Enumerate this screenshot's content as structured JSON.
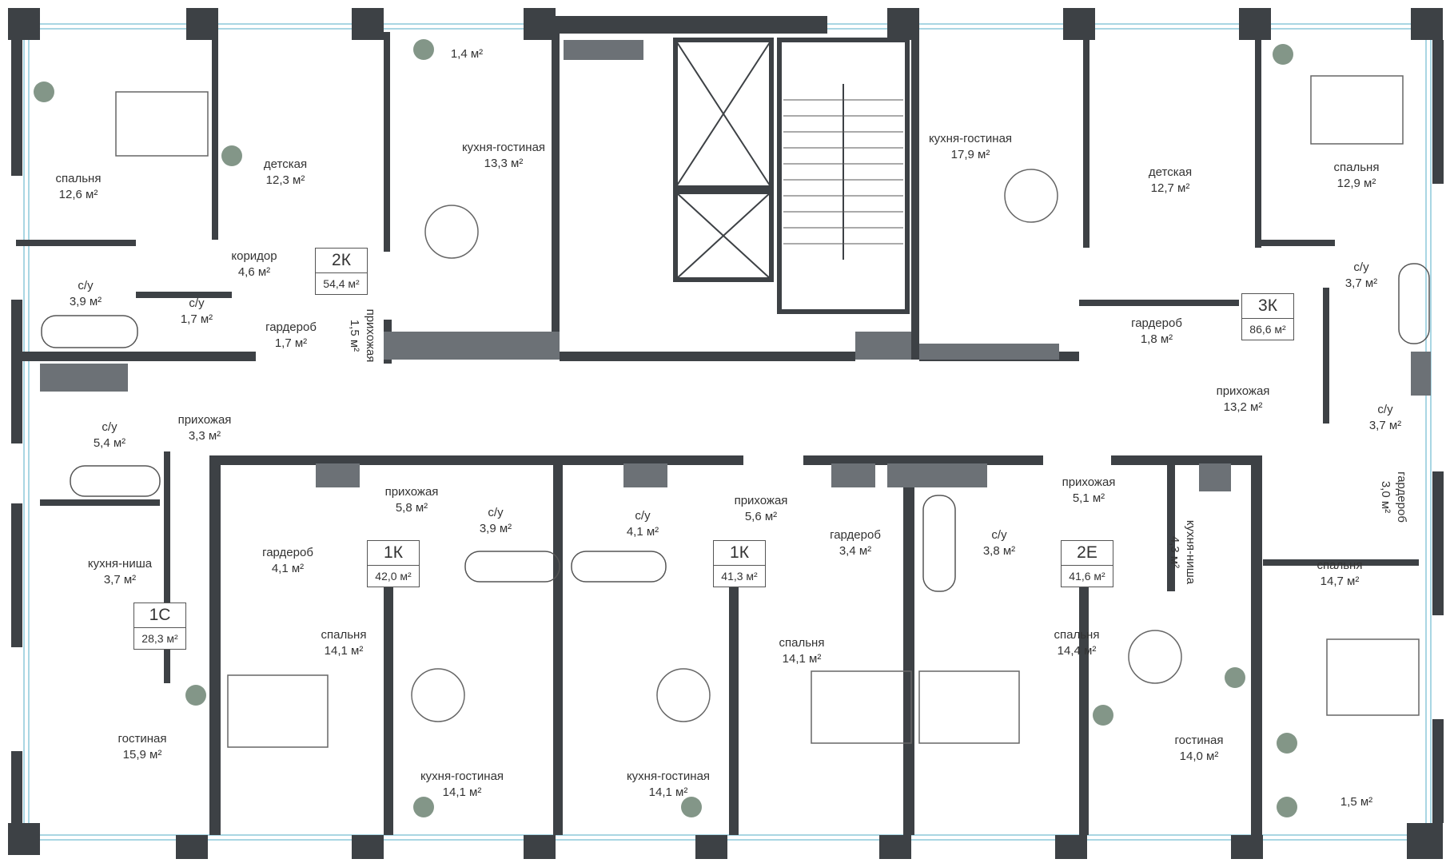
{
  "colors": {
    "wall": "#3d4145",
    "shaft": "#6c7176",
    "glass": "#a9d6e3",
    "furniture": "#7a7f84",
    "plant": "#4f6a55"
  },
  "units": [
    {
      "code": "2К",
      "total": "54,4 м²"
    },
    {
      "code": "3К",
      "total": "86,6 м²"
    },
    {
      "code": "1С",
      "total": "28,3 м²"
    },
    {
      "code": "1К",
      "total": "42,0 м²"
    },
    {
      "code": "1К",
      "total": "41,3 м²"
    },
    {
      "code": "2Е",
      "total": "41,6 м²"
    }
  ],
  "rooms": [
    {
      "name": "спальня",
      "area": "12,6 м²"
    },
    {
      "name": "детская",
      "area": "12,3 м²"
    },
    {
      "name": "",
      "area": "1,4 м²"
    },
    {
      "name": "кухня-гостиная",
      "area": "13,3 м²"
    },
    {
      "name": "коридор",
      "area": "4,6 м²"
    },
    {
      "name": "с/у",
      "area": "3,9 м²"
    },
    {
      "name": "с/у",
      "area": "1,7 м²"
    },
    {
      "name": "гардероб",
      "area": "1,7 м²"
    },
    {
      "name": "прихожая",
      "area": "1,5 м²"
    },
    {
      "name": "кухня-гостиная",
      "area": "17,9 м²"
    },
    {
      "name": "детская",
      "area": "12,7 м²"
    },
    {
      "name": "спальня",
      "area": "12,9 м²"
    },
    {
      "name": "с/у",
      "area": "3,7 м²"
    },
    {
      "name": "гардероб",
      "area": "1,8 м²"
    },
    {
      "name": "прихожая",
      "area": "13,2 м²"
    },
    {
      "name": "с/у",
      "area": "3,7 м²"
    },
    {
      "name": "гардероб",
      "area": "3,0 м²"
    },
    {
      "name": "с/у",
      "area": "5,4 м²"
    },
    {
      "name": "прихожая",
      "area": "3,3 м²"
    },
    {
      "name": "кухня-ниша",
      "area": "3,7 м²"
    },
    {
      "name": "гостиная",
      "area": "15,9 м²"
    },
    {
      "name": "прихожая",
      "area": "5,8 м²"
    },
    {
      "name": "гардероб",
      "area": "4,1 м²"
    },
    {
      "name": "с/у",
      "area": "3,9 м²"
    },
    {
      "name": "спальня",
      "area": "14,1 м²"
    },
    {
      "name": "кухня-гостиная",
      "area": "14,1 м²"
    },
    {
      "name": "с/у",
      "area": "4,1 м²"
    },
    {
      "name": "прихожая",
      "area": "5,6 м²"
    },
    {
      "name": "кухня-гостиная",
      "area": "14,1 м²"
    },
    {
      "name": "гардероб",
      "area": "3,4 м²"
    },
    {
      "name": "спальня",
      "area": "14,1 м²"
    },
    {
      "name": "с/у",
      "area": "3,8 м²"
    },
    {
      "name": "прихожая",
      "area": "5,1 м²"
    },
    {
      "name": "спальня",
      "area": "14,4 м²"
    },
    {
      "name": "кухня-ниша",
      "area": "4,3 м²"
    },
    {
      "name": "гостиная",
      "area": "14,0 м²"
    },
    {
      "name": "спальня",
      "area": "14,7 м²"
    },
    {
      "name": "",
      "area": "1,5 м²"
    }
  ]
}
